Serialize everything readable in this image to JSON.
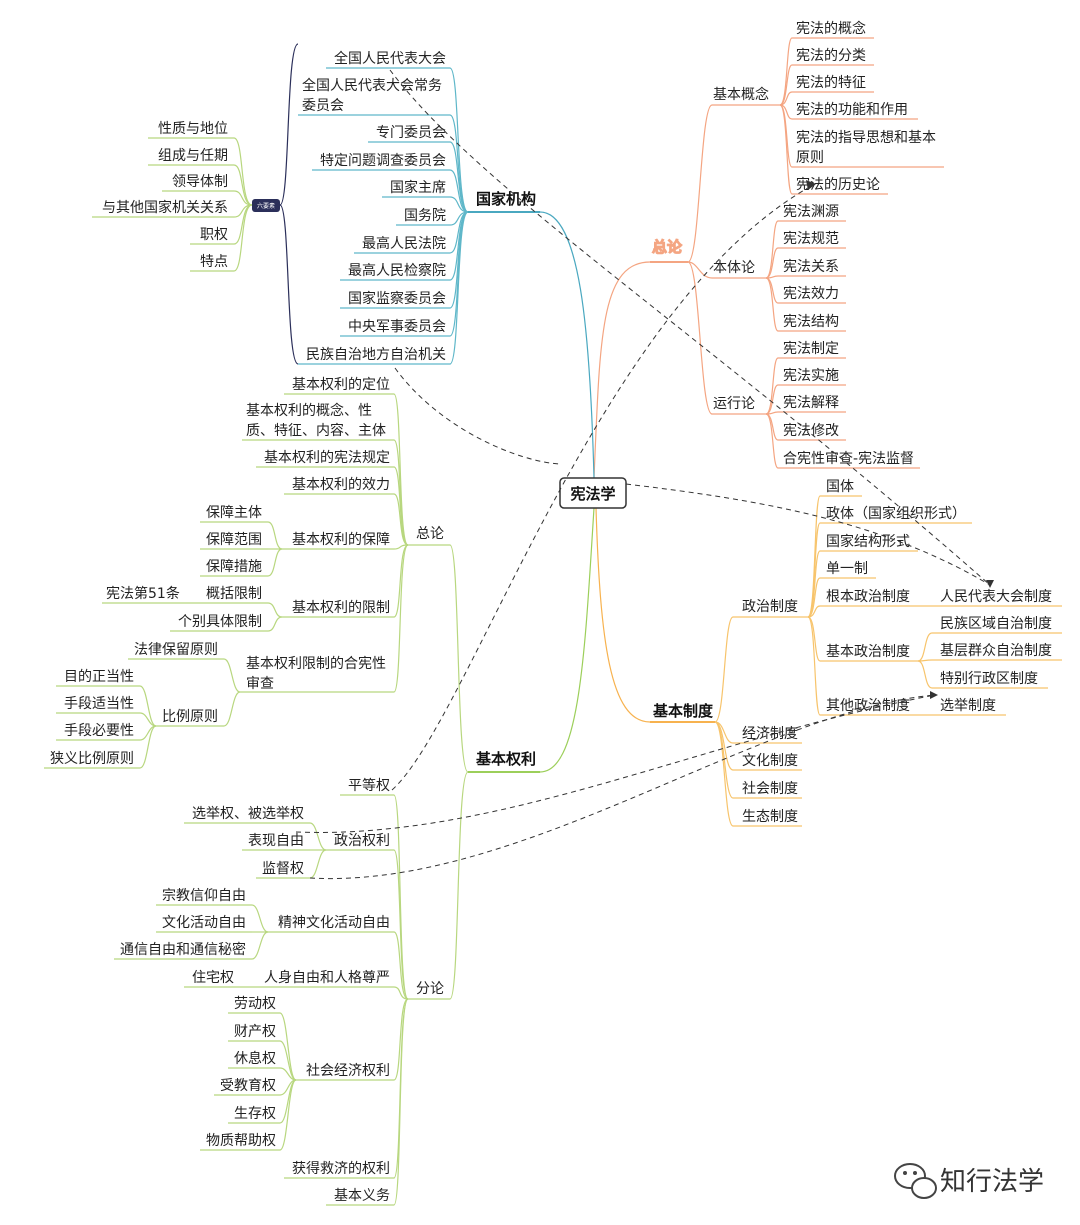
{
  "root": "宪法学",
  "colors": {
    "orange": "#f4a582",
    "teal": "#5fb7c9",
    "green": "#b8d77f",
    "amber": "#f7c46c",
    "navy": "#2b2f5a",
    "dash": "#333333"
  },
  "icons": [
    "wechat-icon"
  ],
  "branches": {
    "zonglun": {
      "label": "总论",
      "jibengainian": {
        "label": "基本概念",
        "items": [
          "宪法的概念",
          "宪法的分类",
          "宪法的特征",
          "宪法的功能和作用",
          "宪法的指导思想和基本",
          "原则",
          "宪法的历史论"
        ]
      },
      "bentilun": {
        "label": "本体论",
        "items": [
          "宪法渊源",
          "宪法规范",
          "宪法关系",
          "宪法效力",
          "宪法结构"
        ]
      },
      "yunxinglun": {
        "label": "运行论",
        "items": [
          "宪法制定",
          "宪法实施",
          "宪法解释",
          "宪法修改",
          "合宪性审查-宪法监督"
        ]
      }
    },
    "jigou": {
      "label": "国家机构",
      "items": [
        "全国人民代表大会",
        "全国人民代表大会常务",
        "委员会",
        "专门委员会",
        "特定问题调查委员会",
        "国家主席",
        "国务院",
        "最高人民法院",
        "最高人民检察院",
        "国家监察委员会",
        "中央军事委员会",
        "民族自治地方自治机关"
      ],
      "badge": "六要素",
      "elements": [
        "性质与地位",
        "组成与任期",
        "领导体制",
        "与其他国家机关关系",
        "职权",
        "特点"
      ]
    },
    "zhidu": {
      "label": "基本制度",
      "zhengzhi": {
        "label": "政治制度",
        "items": [
          "国体",
          "政体（国家组织形式）",
          "国家结构形式",
          "单一制"
        ],
        "genben": "根本政治制度",
        "genben_child": "人民代表大会制度",
        "jiben": "基本政治制度",
        "jiben_children": [
          "民族区域自治制度",
          "基层群众自治制度",
          "特别行政区制度"
        ],
        "qita": "其他政治制度",
        "qita_child": "选举制度"
      },
      "others": [
        "经济制度",
        "文化制度",
        "社会制度",
        "生态制度"
      ]
    },
    "quanli": {
      "label": "基本权利",
      "zonglun": {
        "label": "总论",
        "dingwei": "基本权利的定位",
        "gainian": [
          "基本权利的概念、性",
          "质、特征、内容、主体"
        ],
        "xianfa": "基本权利的宪法规定",
        "xiaoli": "基本权利的效力",
        "baozhang": {
          "label": "基本权利的保障",
          "items": [
            "保障主体",
            "保障范围",
            "保障措施"
          ]
        },
        "xianzhi": {
          "label": "基本权利的限制",
          "items": [
            "概括限制",
            "个别具体限制"
          ],
          "note": "宪法第51条"
        },
        "shencha": {
          "label": [
            "基本权利限制的合宪性",
            "审查"
          ],
          "items": [
            "法律保留原则"
          ],
          "bili": {
            "label": "比例原则",
            "items": [
              "目的正当性",
              "手段适当性",
              "手段必要性",
              "狭义比例原则"
            ]
          }
        }
      },
      "fenlun": {
        "label": "分论",
        "pingdeng": "平等权",
        "zhengzhi": {
          "label": "政治权利",
          "items": [
            "选举权、被选举权",
            "表现自由",
            "监督权"
          ]
        },
        "jingshen": {
          "label": "精神文化活动自由",
          "items": [
            "宗教信仰自由",
            "文化活动自由",
            "通信自由和通信秘密"
          ]
        },
        "renshen": {
          "label": "人身自由和人格尊严",
          "items": [
            "住宅权"
          ]
        },
        "shehui": {
          "label": "社会经济权利",
          "items": [
            "劳动权",
            "财产权",
            "休息权",
            "受教育权",
            "生存权",
            "物质帮助权"
          ]
        },
        "jiuji": "获得救济的权利",
        "yiwu": "基本义务"
      }
    }
  },
  "watermark": "知行法学"
}
